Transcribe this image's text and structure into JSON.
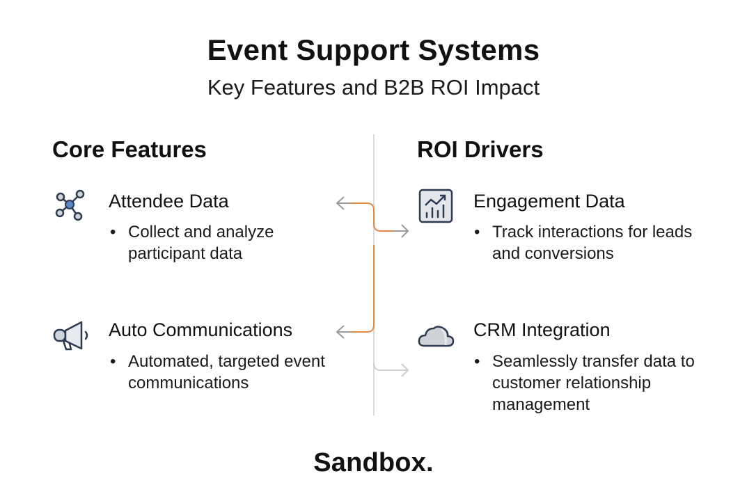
{
  "header": {
    "title": "Event Support Systems",
    "subtitle": "Key Features and B2B ROI Impact"
  },
  "left_column": {
    "heading": "Core Features",
    "items": [
      {
        "icon": "network-nodes-icon",
        "title": "Attendee Data",
        "bullet": "Collect and analyze participant data"
      },
      {
        "icon": "megaphone-icon",
        "title": "Auto Communications",
        "bullet": "Automated, targeted event communications"
      }
    ]
  },
  "right_column": {
    "heading": "ROI Drivers",
    "items": [
      {
        "icon": "chart-trend-icon",
        "title": "Engagement Data",
        "bullet": "Track interactions for leads and conversions"
      },
      {
        "icon": "cloud-icon",
        "title": "CRM Integration",
        "bullet": "Seamlessly transfer data to customer relationship management"
      }
    ]
  },
  "colors": {
    "accent_connector": "#e08a4a",
    "divider": "#d9d9d9",
    "arrow_gray": "#9a9a9a",
    "icon_stroke": "#2b3a4e",
    "icon_fill": "#cfd5dc",
    "node_fill": "#5b87c9"
  },
  "bullet_symbol": "•",
  "footer": {
    "brand": "Sandbox."
  }
}
